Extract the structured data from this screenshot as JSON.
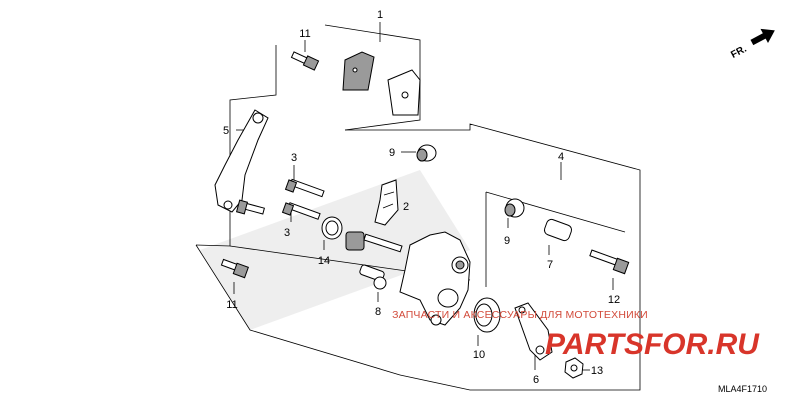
{
  "callouts": {
    "c1": "1",
    "c2": "2",
    "c3a": "3",
    "c3b": "3",
    "c4": "4",
    "c5": "5",
    "c6": "6",
    "c7": "7",
    "c8": "8",
    "c9a": "9",
    "c9b": "9",
    "c10": "10",
    "c11a": "11",
    "c11b": "11",
    "c12": "12",
    "c13": "13",
    "c14": "14"
  },
  "direction_label": "FR.",
  "diagram_code": "MLA4F1710",
  "watermark": {
    "tagline": "ЗАПЧАСТИ И АКСЕССУАРЫ ДЛЯ МОТОТЕХНИКИ",
    "brand": "PARTSFOR.RU"
  },
  "colors": {
    "watermark_red": "#d8352a",
    "line": "#000000",
    "fill": "#ffffff"
  }
}
